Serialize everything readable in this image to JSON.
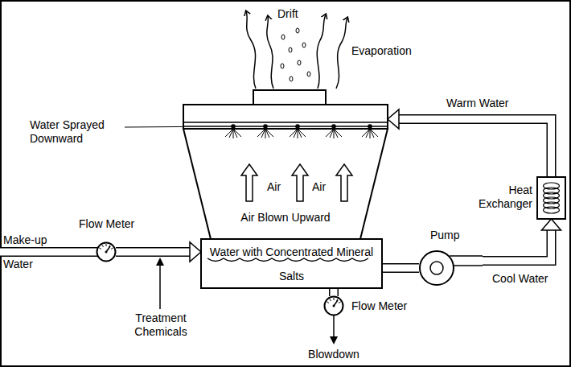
{
  "diagram": {
    "nodes": [
      {
        "text": [
          "Air",
          "Air",
          "Air Blown Upward"
        ]
      },
      {
        "text": [
          "Flow Meter"
        ]
      },
      {
        "text": [
          "Water with Concentrated Mineral Salts"
        ]
      },
      {
        "text": [
          "Pump"
        ]
      },
      {
        "text": [
          "Heat Exchanger"
        ]
      },
      {
        "text": [
          "Flow Meter"
        ]
      }
    ],
    "edges": [
      {
        "from": 1,
        "to": 2,
        "arrow": "to"
      },
      {
        "from": 2,
        "to": 5,
        "arrow": "none"
      },
      {
        "from": 2,
        "to": 3,
        "arrow": "none"
      },
      {
        "from": 3,
        "to": 4,
        "arrow": "to",
        "label": "Cool Water"
      },
      {
        "from": 4,
        "to": 0,
        "arrow": "to",
        "label": "Warm Water"
      }
    ],
    "labels": [
      "Drift",
      "Evaporation",
      "Water Sprayed Downward",
      "Make-up Water",
      "Treatment Chemicals",
      "Blowdown"
    ]
  }
}
